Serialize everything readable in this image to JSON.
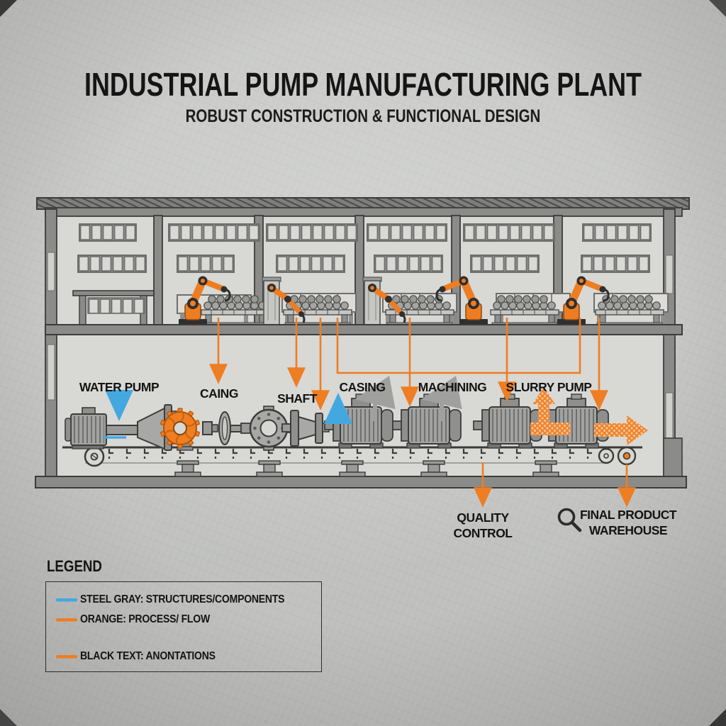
{
  "header": {
    "title": "INDUSTRIAL PUMP MANUFACTURING PLANT",
    "subtitle": "ROBUST CONSTRUCTION & FUNCTIONAL DESIGN"
  },
  "colors": {
    "process_orange": "#EF7D22",
    "steel_blue": "#44A8E0",
    "structure_gray": "#8B8B89",
    "annotation_black": "#1C1C1C"
  },
  "plant": {
    "labels": {
      "water_pump": "WATER PUMP",
      "caing": "CAING",
      "shaft": "SHAFT",
      "casing": "CASING",
      "machining": "MACHINING",
      "slurry_pump": "SLURRY PUMP",
      "quality_control": {
        "line1": "QUALITY",
        "line2": "CONTROL"
      },
      "final_product_warehouse": {
        "line1": "FINAL PRODUCT",
        "line2": "WAREHOUSE"
      }
    }
  },
  "legend": {
    "heading": "LEGEND",
    "items": [
      {
        "color": "#44A8E0",
        "label": "STEEL GRAY: STRUCTURES/COMPONENTS"
      },
      {
        "color": "#EF7D22",
        "label": "ORANGE: PROCESS/ FLOW"
      },
      {
        "color": "#EF7D22",
        "label": "BLACK TEXT: ANONTATIONS"
      }
    ]
  }
}
